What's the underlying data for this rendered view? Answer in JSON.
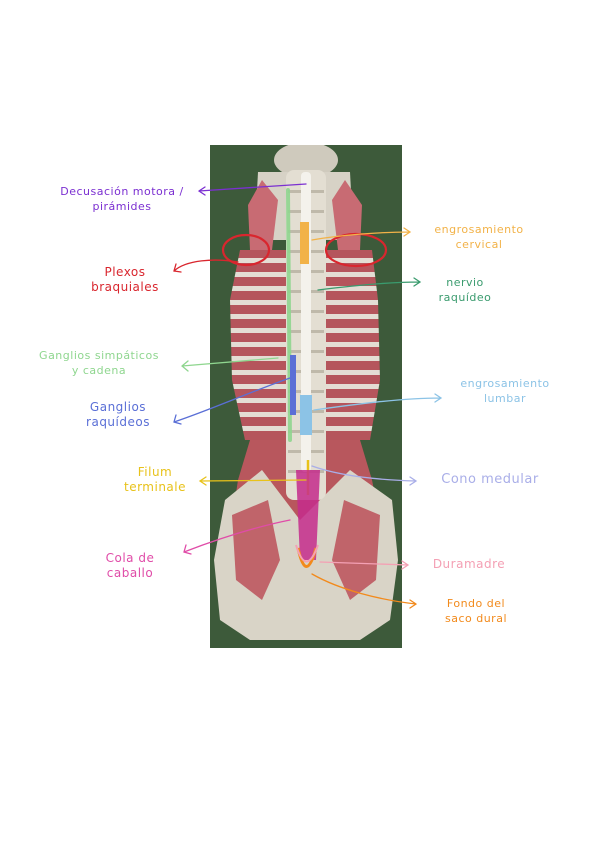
{
  "colors": {
    "page_bg": "#ffffff",
    "photo_bg": "#3d5a3a",
    "muscle": "#b5555c",
    "bone": "#dcd8cc",
    "cord": "#eeeeea"
  },
  "labels": [
    {
      "id": "decusacion",
      "lines": [
        "Decusación motora /",
        "pirámides"
      ],
      "color": "#7b2fd1"
    },
    {
      "id": "plexos",
      "lines": [
        "Plexos",
        "braquiales"
      ],
      "color": "#d9262e"
    },
    {
      "id": "ganglios-simpaticos",
      "lines": [
        "Ganglios simpáticos",
        "y cadena"
      ],
      "color": "#8fd68f"
    },
    {
      "id": "ganglios-raquideos",
      "lines": [
        "Ganglios",
        "raquídeos"
      ],
      "color": "#5a6fd6"
    },
    {
      "id": "filum",
      "lines": [
        "Filum",
        "terminale"
      ],
      "color": "#e8c21a"
    },
    {
      "id": "cola",
      "lines": [
        "Cola de",
        "caballo"
      ],
      "color": "#e04ca8"
    },
    {
      "id": "eng-cervical",
      "lines": [
        "engrosamiento",
        "cervical"
      ],
      "color": "#f2b248"
    },
    {
      "id": "nervio",
      "lines": [
        "nervio",
        "raquídeo"
      ],
      "color": "#3a9b6e"
    },
    {
      "id": "eng-lumbar",
      "lines": [
        "engrosamiento",
        "lumbar"
      ],
      "color": "#8cc3e6"
    },
    {
      "id": "cono",
      "lines": [
        "Cono medular"
      ],
      "color": "#a9aee8"
    },
    {
      "id": "duramadre",
      "lines": [
        "Duramadre"
      ],
      "color": "#f4a0b4"
    },
    {
      "id": "fondo",
      "lines": [
        "Fondo del",
        "saco dural"
      ],
      "color": "#f28a1c"
    }
  ]
}
